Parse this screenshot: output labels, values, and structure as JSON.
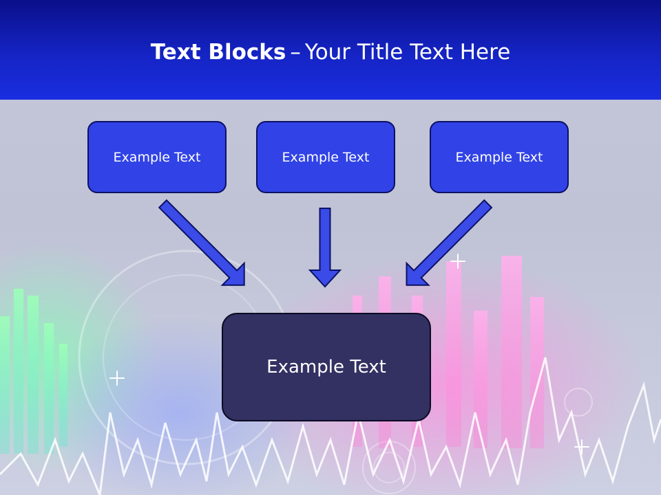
{
  "header": {
    "title_bold": "Text Blocks",
    "title_separator": "–",
    "title_rest": "Your Title Text Here"
  },
  "boxes": {
    "top": [
      {
        "label": "Example Text"
      },
      {
        "label": "Example Text"
      },
      {
        "label": "Example Text"
      }
    ],
    "main": {
      "label": "Example Text"
    }
  },
  "colors": {
    "header": "#1524c4",
    "top_box_fill": "#3143e6",
    "top_box_border": "#0b1163",
    "main_box_fill": "#333062",
    "arrow_fill": "#3a4be8",
    "arrow_stroke": "#0b1163"
  }
}
